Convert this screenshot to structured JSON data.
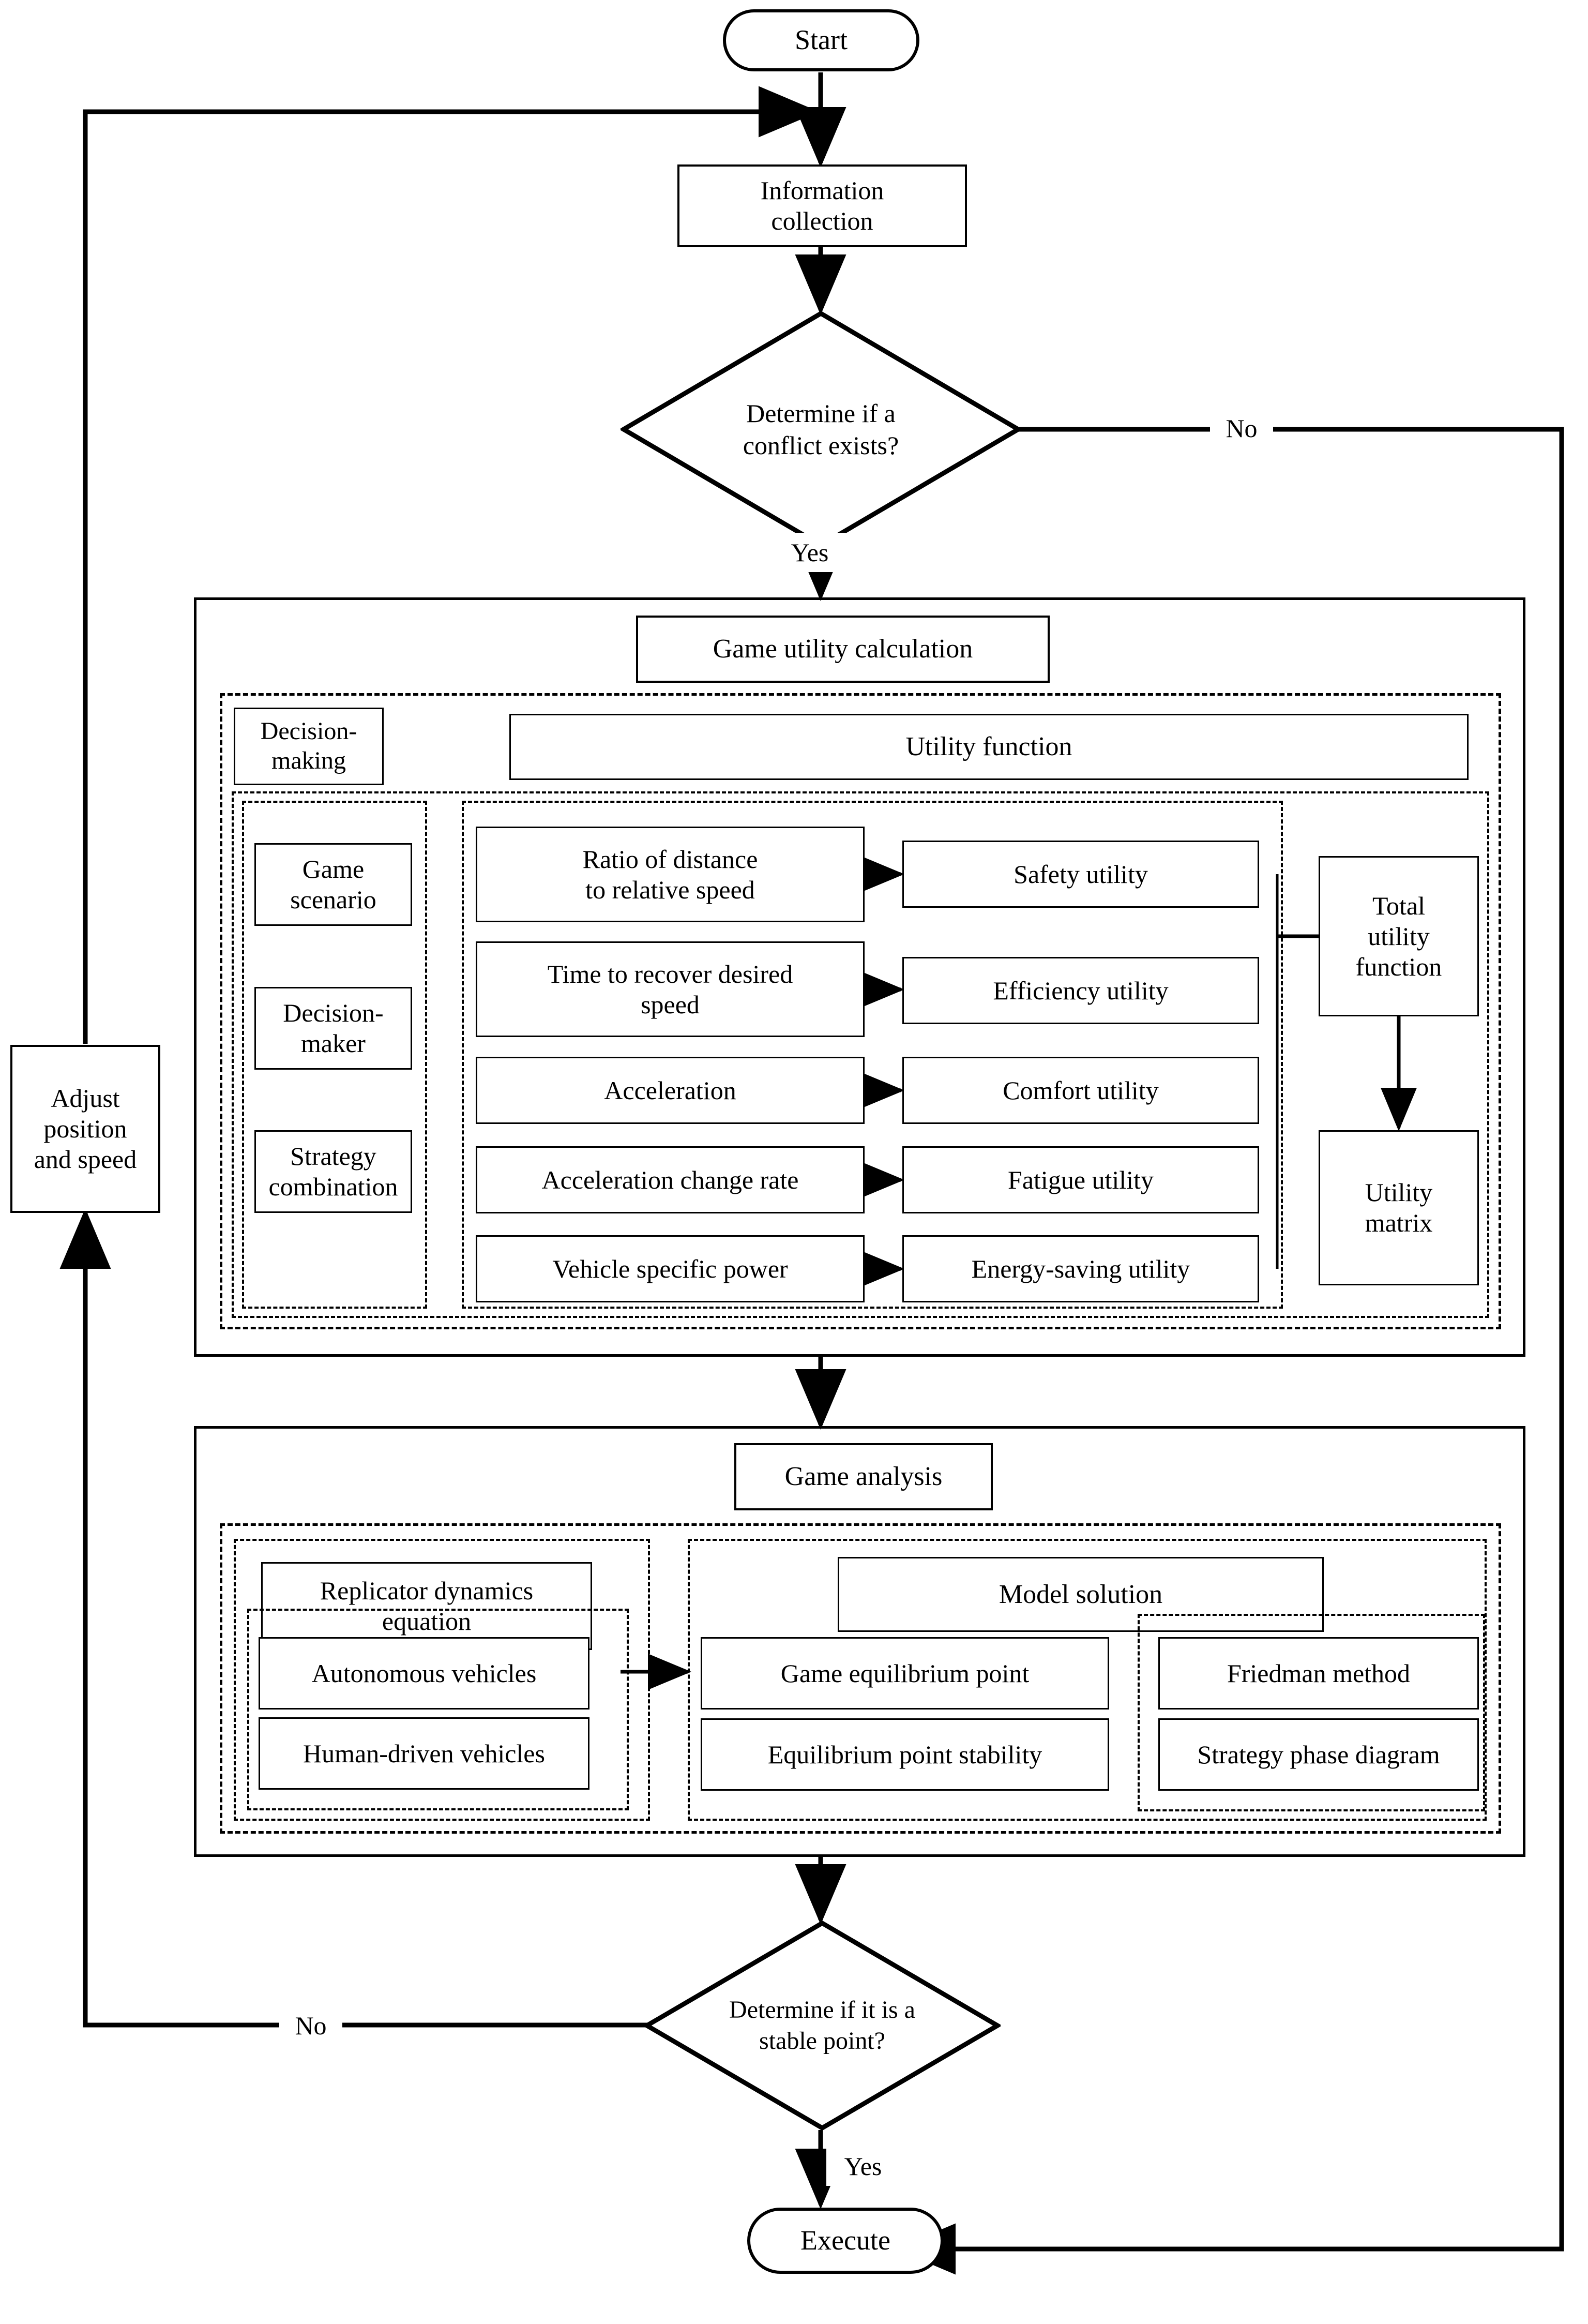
{
  "diagram": {
    "title": "Game-theoretic decision making flowchart",
    "start": "Start",
    "information_collection": "Information\ncollection",
    "conflict_decision": "Determine if a\nconflict exists?",
    "conflict_no": "No",
    "conflict_yes": "Yes",
    "adjust": "Adjust\nposition\nand speed",
    "game_utility": {
      "title": "Game utility calculation",
      "decision_making": "Decision-\nmaking",
      "utility_function": "Utility function",
      "left_items": [
        "Game\nscenario",
        "Decision-\nmaker",
        "Strategy\ncombination"
      ],
      "pairs": [
        {
          "input": "Ratio of distance\nto relative speed",
          "output": "Safety utility"
        },
        {
          "input": "Time to recover desired\nspeed",
          "output": "Efficiency utility"
        },
        {
          "input": "Acceleration",
          "output": "Comfort utility"
        },
        {
          "input": "Acceleration change rate",
          "output": "Fatigue utility"
        },
        {
          "input": "Vehicle specific power",
          "output": "Energy-saving utility"
        }
      ],
      "total_utility_function": "Total\nutility\nfunction",
      "utility_matrix": "Utility\nmatrix"
    },
    "game_analysis": {
      "title": "Game analysis",
      "replicator": "Replicator dynamics\nequation",
      "vehicles": [
        "Autonomous vehicles",
        "Human-driven vehicles"
      ],
      "model_solution": "Model solution",
      "solution_items": [
        "Game equilibrium point",
        "Friedman method",
        "Equilibrium point stability",
        "Strategy phase diagram"
      ]
    },
    "stable_decision": "Determine if it is a\nstable point?",
    "stable_no": "No",
    "stable_yes": "Yes",
    "execute": "Execute"
  }
}
